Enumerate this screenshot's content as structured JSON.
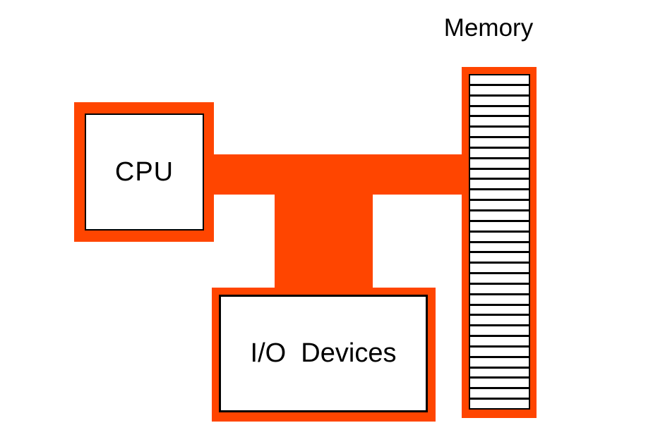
{
  "diagram": {
    "type": "system-architecture-block-diagram",
    "colors": {
      "background": "#FFFFFF",
      "bus": "#FF4500",
      "border": "#000000",
      "text": "#000000"
    },
    "cpu": {
      "label": "CPU"
    },
    "io": {
      "label": "I/O  Devices"
    },
    "memory": {
      "label": "Memory",
      "cells": 32
    },
    "connections": [
      {
        "from": "cpu",
        "to": "memory",
        "via": "horizontal-bus"
      },
      {
        "from": "horizontal-bus",
        "to": "io",
        "via": "vertical-bus"
      }
    ]
  }
}
